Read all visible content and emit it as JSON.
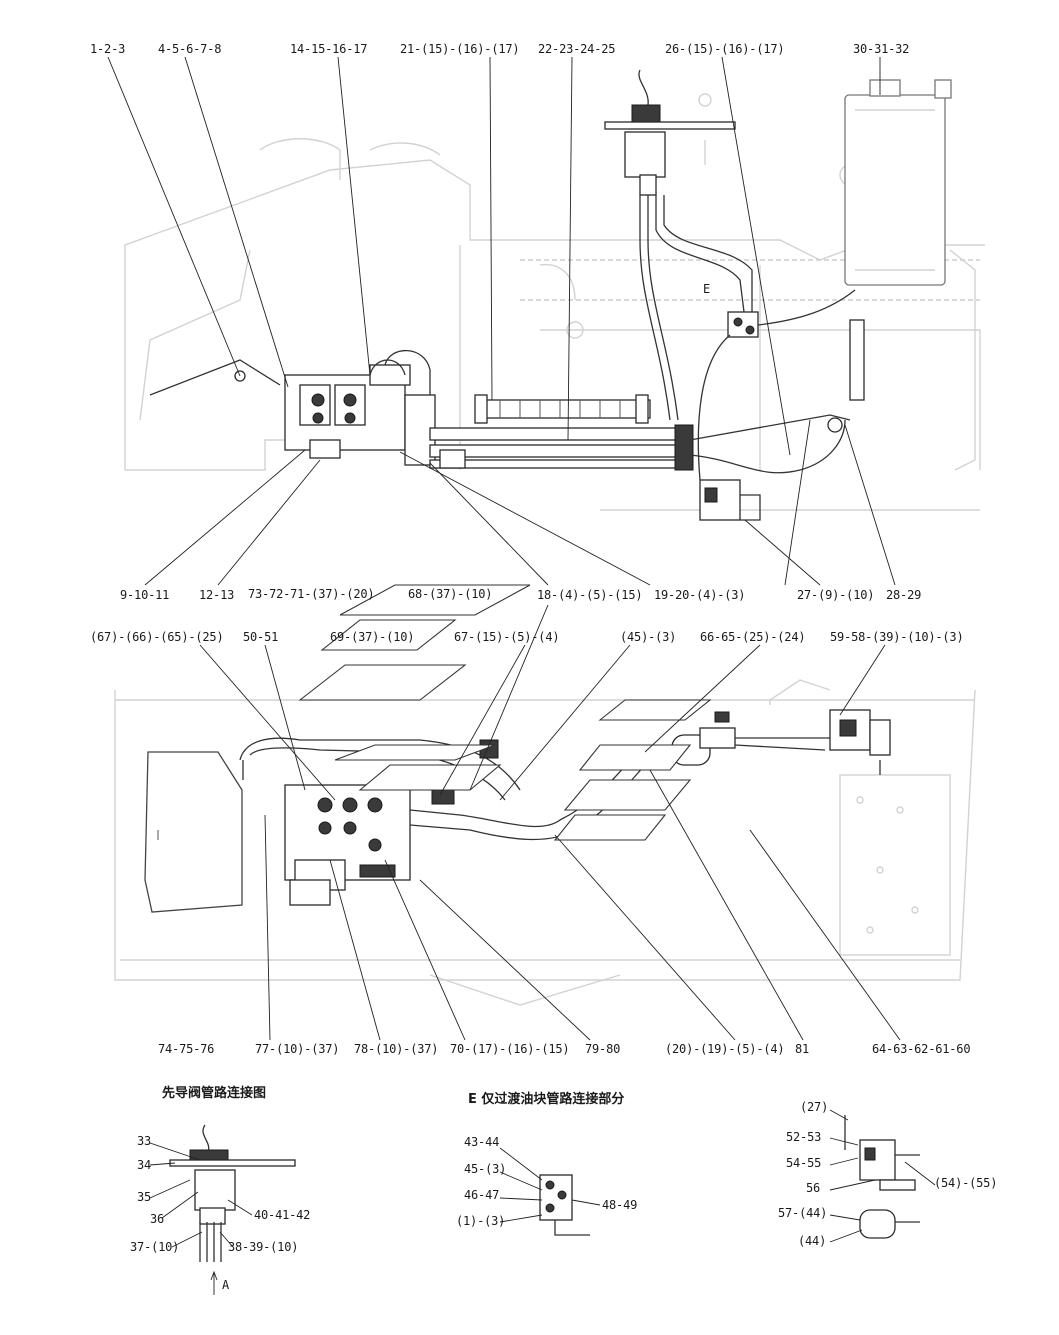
{
  "labels": {
    "top": {
      "l1": "1-2-3",
      "l2": "4-5-6-7-8",
      "l3": "14-15-16-17",
      "l4": "21-(15)-(16)-(17)",
      "l5": "22-23-24-25",
      "l6": "26-(15)-(16)-(17)",
      "l7": "30-31-32"
    },
    "mid": {
      "l1": "9-10-11",
      "l2": "12-13",
      "l3": "18-(4)-(5)-(15)",
      "l4": "19-20-(4)-(3)",
      "l5": "27-(9)-(10)",
      "l6": "28-29",
      "l7": "73-72-71-(37)-(20)",
      "l8": "68-(37)-(10)",
      "l9": "(67)-(66)-(65)-(25)",
      "l10": "50-51",
      "l11": "69-(37)-(10)",
      "l12": "67-(15)-(5)-(4)",
      "l13": "(45)-(3)",
      "l14": "66-65-(25)-(24)",
      "l15": "59-58-(39)-(10)-(3)"
    },
    "bottom": {
      "l1": "74-75-76",
      "l2": "77-(10)-(37)",
      "l3": "78-(10)-(37)",
      "l4": "70-(17)-(16)-(15)",
      "l5": "79-80",
      "l6": "(20)-(19)-(5)-(4)",
      "l7": "81",
      "l8": "64-63-62-61-60"
    },
    "detail_a": {
      "l1": "33",
      "l2": "34",
      "l3": "35",
      "l4": "36",
      "l5": "40-41-42",
      "l6": "37-(10)",
      "l7": "38-39-(10)",
      "l8": "A"
    },
    "detail_e": {
      "l1": "43-44",
      "l2": "45-(3)",
      "l3": "46-47",
      "l4": "48-49",
      "l5": "(1)-(3)"
    },
    "detail_c": {
      "l1": "(27)",
      "l2": "52-53",
      "l3": "54-55",
      "l4": "56",
      "l5": "(54)-(55)",
      "l6": "57-(44)",
      "l7": "(44)"
    },
    "view_marker": "E"
  },
  "captions": {
    "pilot_valve": "先导阀管路连接图",
    "transition_block": "E 仅过渡油块管路连接部分"
  }
}
